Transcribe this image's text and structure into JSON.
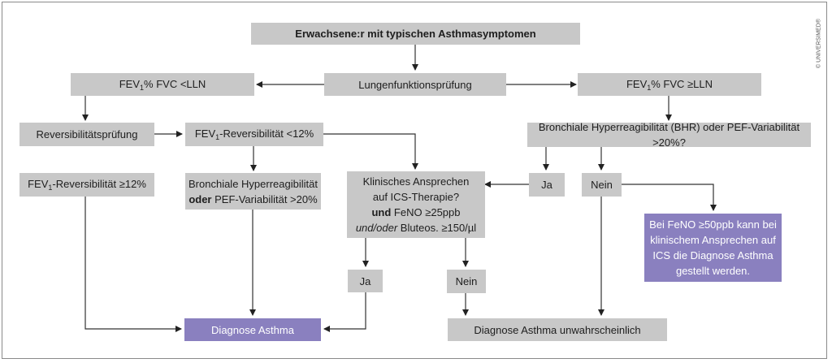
{
  "nodes": {
    "start": "Erwachsene:r mit typischen Asthmasymptomen",
    "lufu": "Lungenfunktionsprüfung",
    "fev_low": {
      "a": "FEV",
      "sub": "1",
      "b": "% FVC <LLN"
    },
    "fev_high": {
      "a": "FEV",
      "sub": "1",
      "b": "% FVC ≥LLN"
    },
    "reversibility_test": "Reversibilitätsprüfung",
    "rev_low": {
      "a": "FEV",
      "sub": "1",
      "b": "-Reversibilität <12%"
    },
    "rev_high": {
      "a": "FEV",
      "sub": "1",
      "b": "-Reversibilität ≥12%"
    },
    "bhr_question": "Bronchiale Hyperreagibilität (BHR) oder PEF-Variabilität >20%?",
    "bhr_box": {
      "line1": "Bronchiale Hyperreagibilität",
      "bold": "oder",
      "line2": " PEF-Variabilität >20%"
    },
    "ics": {
      "line1": "Klinisches Ansprechen",
      "line2": "auf ICS-Therapie?",
      "line3_bold": "und",
      "line3": " FeNO ≥25ppb",
      "line4_italic": "und/oder",
      "line4": " Bluteos. ≥150/µl"
    },
    "ja_right": "Ja",
    "nein_right": "Nein",
    "ja_mid": "Ja",
    "nein_mid": "Nein",
    "feno_note": "Bei FeNO ≥50ppb kann bei klinischem Ansprechen auf ICS die Diagnose Asthma gestellt werden.",
    "diagnosis": "Diagnose Asthma",
    "unlikely": "Diagnose Asthma unwahrscheinlich"
  },
  "copyright": "© UNIVERSIMED®",
  "colors": {
    "box": "#c8c8c8",
    "highlight": "#8a80bf",
    "line": "#333333",
    "border": "#8a8a8a"
  }
}
